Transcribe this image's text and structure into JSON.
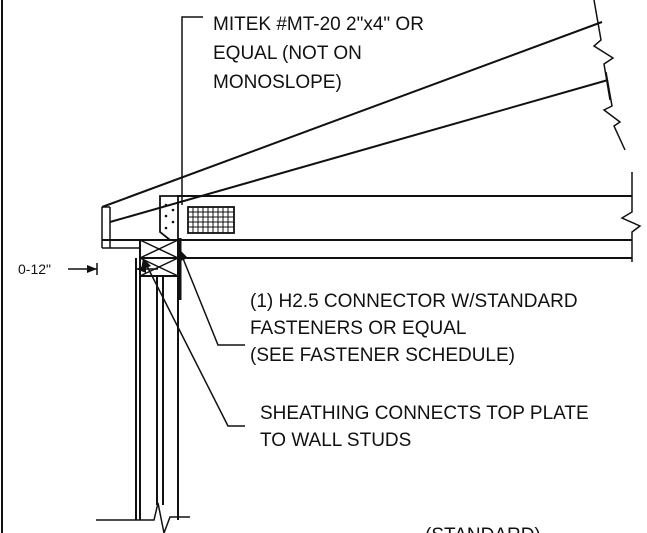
{
  "callouts": {
    "mitek": [
      "MITEK #MT-20 2\"x4\" OR",
      "EQUAL (NOT ON",
      "MONOSLOPE)"
    ],
    "h25": [
      "(1) H2.5 CONNECTOR W/STANDARD",
      "FASTENERS OR EQUAL",
      "(SEE FASTENER SCHEDULE)"
    ],
    "sheathing": [
      "SHEATHING CONNECTS TOP PLATE",
      "TO WALL STUDS"
    ],
    "bottom_partial": "(STANDARD)"
  },
  "dimension": {
    "overhang": "0-12\""
  }
}
